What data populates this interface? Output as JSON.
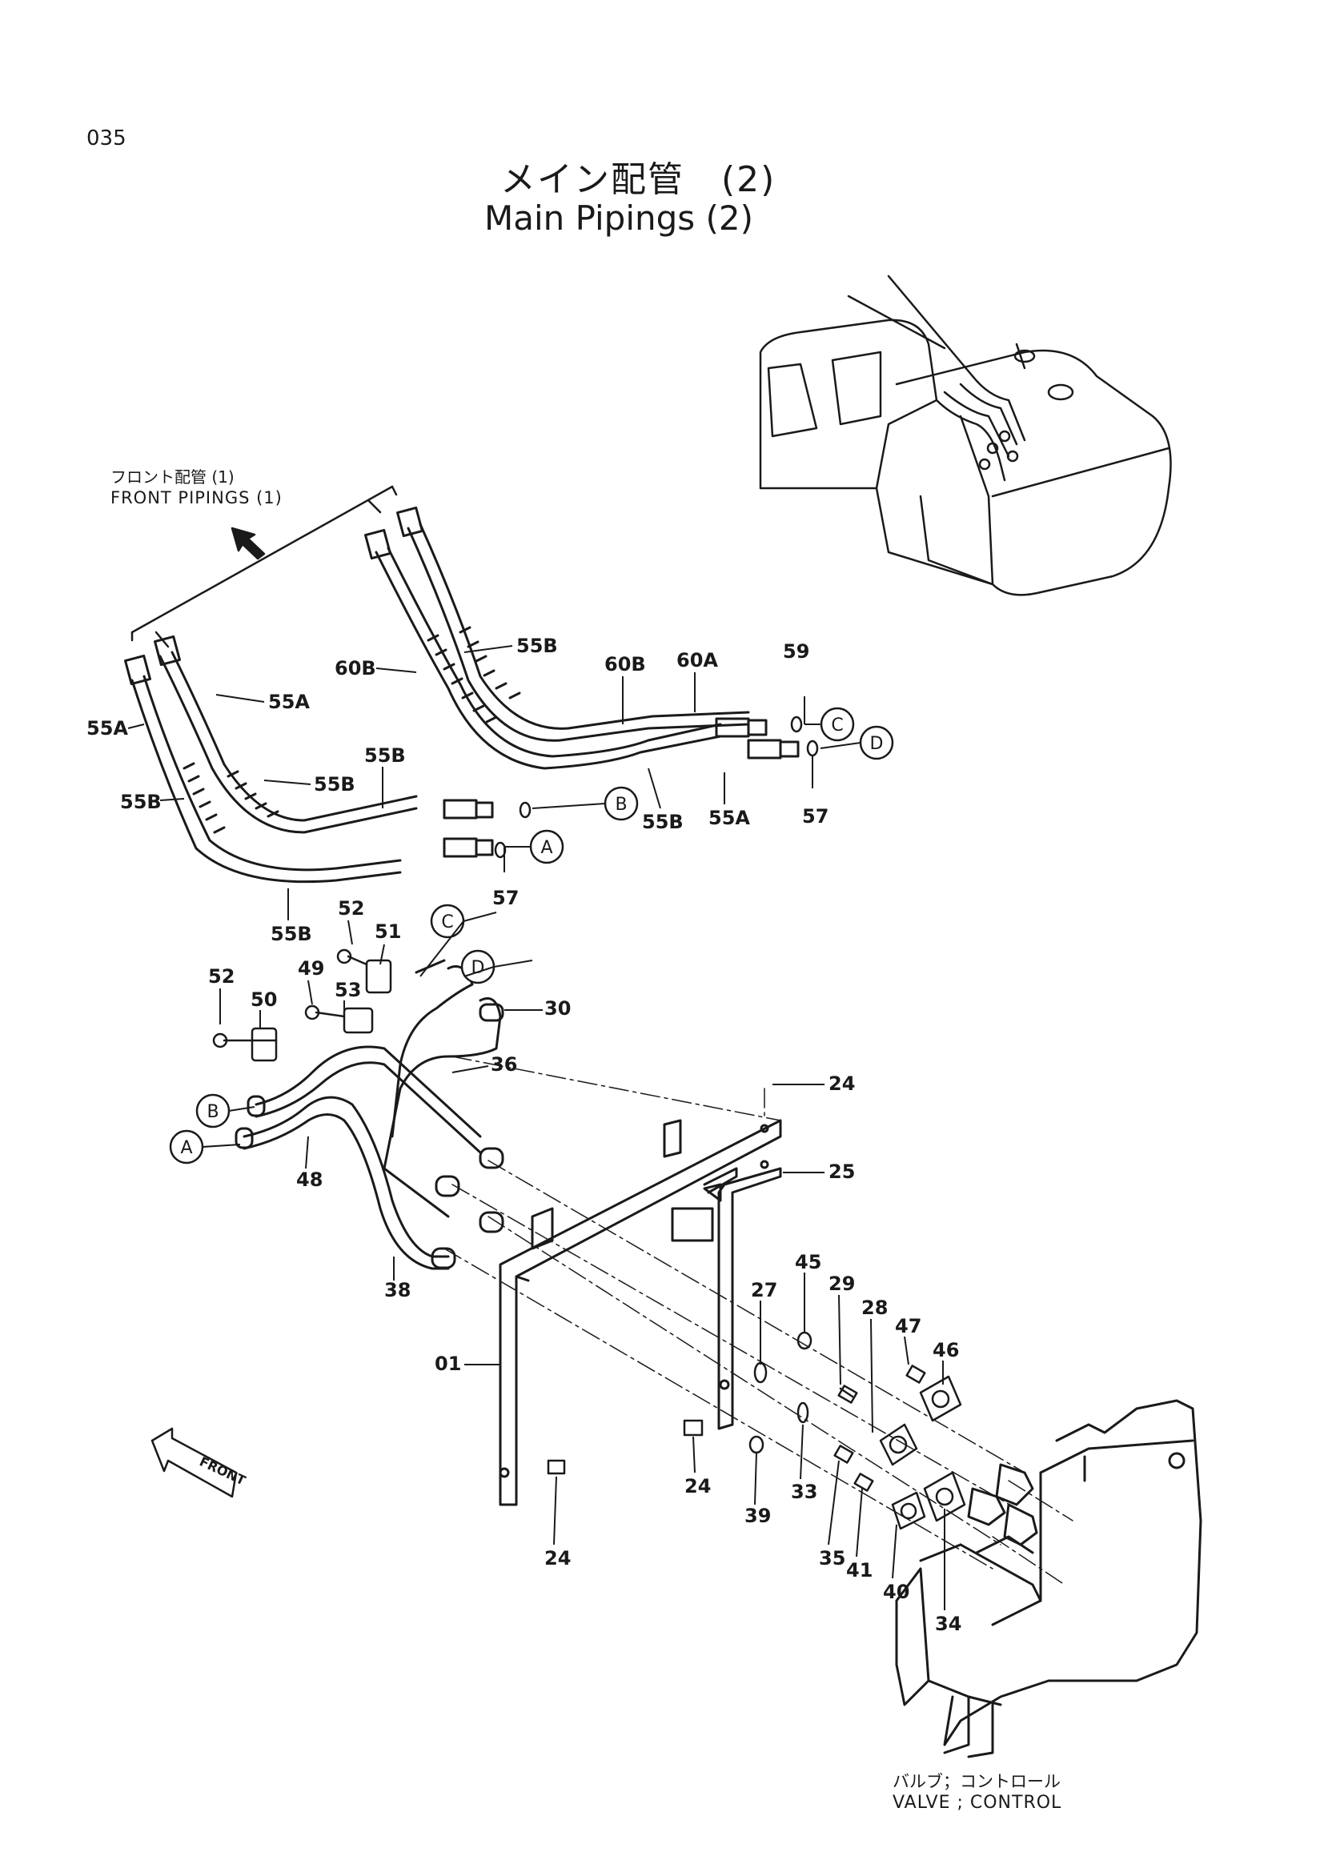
{
  "page": {
    "page_number": "035",
    "title_jp": "メイン配管　(2)",
    "title_en": "Main Pipings (2)"
  },
  "callouts": {
    "front_pipings_jp": "フロント配管 (1)",
    "front_pipings_en": "FRONT  PIPINGS (1)",
    "front_arrow": "FRONT",
    "valve_jp": "バルブ；コントロール",
    "valve_en": "VALVE ; CONTROL"
  },
  "connection_markers": [
    "A",
    "B",
    "C",
    "D"
  ],
  "part_labels": {
    "p01": "01",
    "p24a": "24",
    "p24b": "24",
    "p24c": "24",
    "p25": "25",
    "p27": "27",
    "p28": "28",
    "p29": "29",
    "p30": "30",
    "p33": "33",
    "p34": "34",
    "p35": "35",
    "p36": "36",
    "p38": "38",
    "p39": "39",
    "p40": "40",
    "p41": "41",
    "p45": "45",
    "p46": "46",
    "p47": "47",
    "p48": "48",
    "p49": "49",
    "p50": "50",
    "p51": "51",
    "p52a": "52",
    "p52b": "52",
    "p53": "53",
    "p55A_a": "55A",
    "p55A_b": "55A",
    "p55A_c": "55A",
    "p55B_a": "55B",
    "p55B_b": "55B",
    "p55B_c": "55B",
    "p55B_d": "55B",
    "p55B_e": "55B",
    "p55B_f": "55B",
    "p57a": "57",
    "p57b": "57",
    "p59": "59",
    "p60A": "60A",
    "p60B_a": "60B",
    "p60B_b": "60B"
  },
  "icons": {
    "front_arrow": "front-direction-arrow-icon",
    "pipings_arrow": "up-left-arrow-icon",
    "excavator": "excavator-thumbnail-icon"
  },
  "colors": {
    "ink": "#1a1a1a",
    "paper": "#ffffff"
  }
}
